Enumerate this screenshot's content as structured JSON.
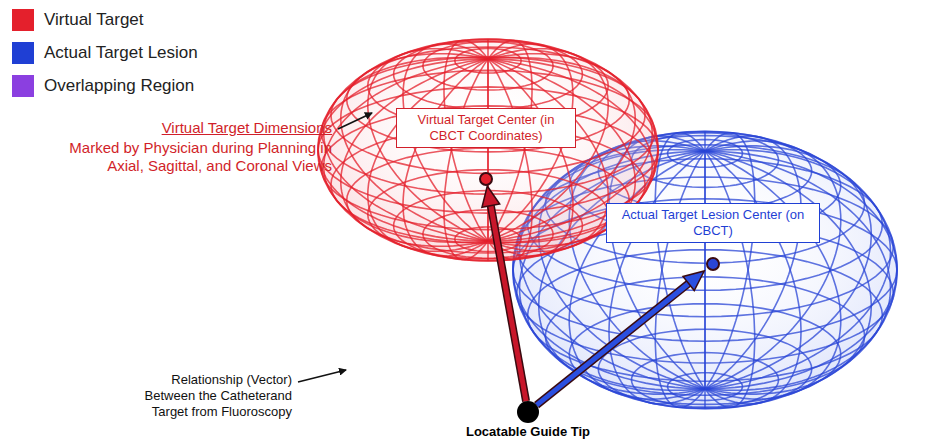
{
  "diagram": {
    "nodes": [
      {
        "text": [
          "Virtual Target Center (in CBCT Coordinates)"
        ]
      },
      {
        "text": [
          "Actual Target Lesion Center (on CBCT)"
        ]
      },
      {
        "text": [
          "Locatable Guide Tip"
        ]
      }
    ],
    "edges": [
      {
        "from": 2,
        "to": 0,
        "arrow": "to"
      },
      {
        "from": 2,
        "to": 1,
        "arrow": "to"
      }
    ],
    "labels": [
      "Virtual Target Dimensions",
      "Marked by Physician during Planning in Axial, Sagittal, and Coronal Views",
      "Relationship (Vector) Between the Catheterand Target from Fluoroscopy"
    ],
    "legend": [
      {
        "text": "Virtual Target",
        "color": "#e4202c"
      },
      {
        "text": "Actual Target Lesion",
        "color": "#1f3fd4"
      },
      {
        "text": "Overlapping Region",
        "color": "#8b3fe0"
      }
    ]
  }
}
